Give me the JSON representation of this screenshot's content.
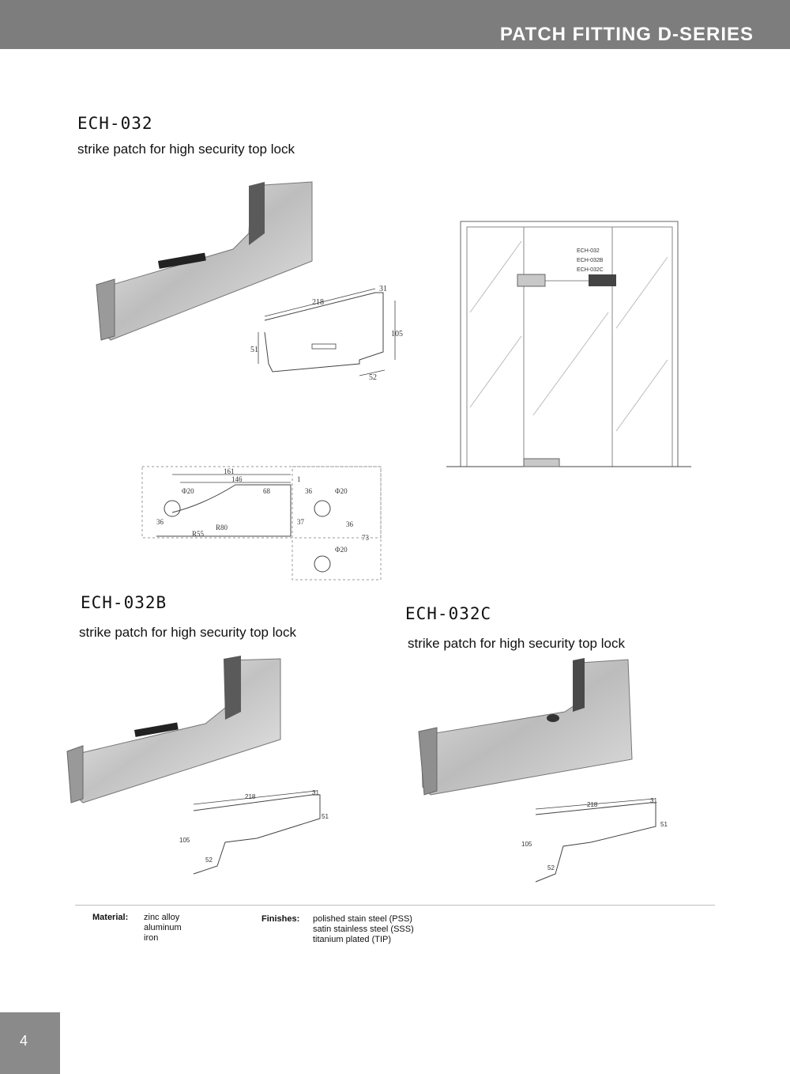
{
  "header": {
    "title": "PATCH FITTING D-SERIES"
  },
  "products": [
    {
      "model": "ECH-032",
      "description": "strike patch for high security top lock"
    },
    {
      "model": "ECH-032B",
      "description": "strike patch for high security top lock"
    },
    {
      "model": "ECH-032C",
      "description": "strike patch for high security top lock"
    }
  ],
  "dims_main": {
    "length": "218",
    "top": "31",
    "height": "105",
    "depth": "51",
    "foot": "52"
  },
  "dims_b": {
    "length": "218",
    "top": "31",
    "depth": "51",
    "height": "105",
    "foot": "52"
  },
  "dims_c": {
    "length": "218",
    "top": "31",
    "depth": "51",
    "height": "105",
    "foot": "52"
  },
  "cutout": {
    "d1": "161",
    "d2": "146",
    "d3": "1",
    "d4": "68",
    "d5": "36",
    "phi_a": "Φ20",
    "phi_b": "Φ20",
    "phi_c": "Φ20",
    "v1": "36",
    "v2": "37",
    "v3": "36",
    "v4": "73",
    "r1": "R80",
    "r2": "R55"
  },
  "door_labels": [
    "ECH-032",
    "ECH-032B",
    "ECH-032C"
  ],
  "specs": {
    "material_label": "Material:",
    "materials": [
      "zinc alloy",
      "aluminum",
      "iron"
    ],
    "finishes_label": "Finishes:",
    "finishes": [
      "polished stain steel (PSS)",
      "satin stainless steel (SSS)",
      "titanium plated (TIP)"
    ]
  },
  "page_number": "4"
}
